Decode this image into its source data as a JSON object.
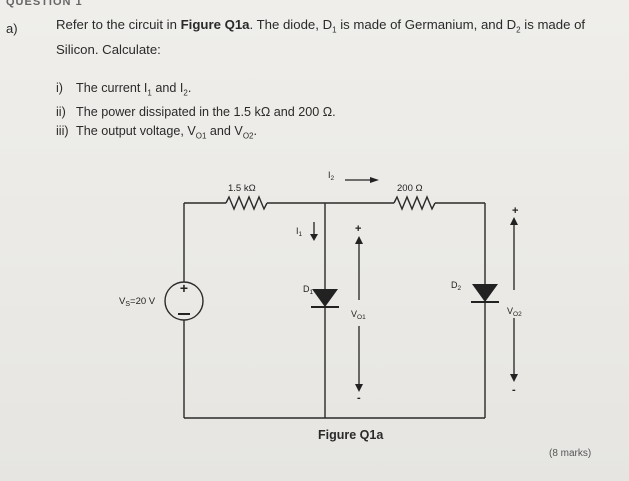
{
  "heading": "QUESTION 1",
  "part_label": "a)",
  "question": {
    "p1": "Refer to the circuit in ",
    "figure_ref": "Figure Q1a",
    "p2": ". The diode, D",
    "sub1": "1",
    "p3": " is made of Germanium, and D",
    "sub2": "2",
    "p4": " is made of Silicon. Calculate:"
  },
  "items": [
    {
      "roman": "i)",
      "text_a": "The current I",
      "sub_a": "1",
      "text_b": " and I",
      "sub_b": "2",
      "text_c": "."
    },
    {
      "roman": "ii)",
      "text_a": "The power dissipated in the 1.5 kΩ and 200 Ω.",
      "sub_a": "",
      "text_b": "",
      "sub_b": "",
      "text_c": ""
    },
    {
      "roman": "iii)",
      "text_a": "The output voltage, V",
      "sub_a": "O1",
      "text_b": " and V",
      "sub_b": "O2",
      "text_c": "."
    }
  ],
  "circuit": {
    "r1_label": "1.5 kΩ",
    "r2_label": "200 Ω",
    "source_label": "V",
    "source_sub": "S",
    "source_value": "=20 V",
    "i1": "I",
    "i1_sub": "1",
    "i2": "I",
    "i2_sub": "2",
    "d1": "D",
    "d1_sub": "1",
    "d2": "D",
    "d2_sub": "2",
    "vo1": "V",
    "vo1_sub": "O1",
    "vo2": "V",
    "vo2_sub": "O2",
    "plus": "+",
    "minus": "-"
  },
  "caption": "Figure Q1a",
  "marks": "(8 marks)"
}
